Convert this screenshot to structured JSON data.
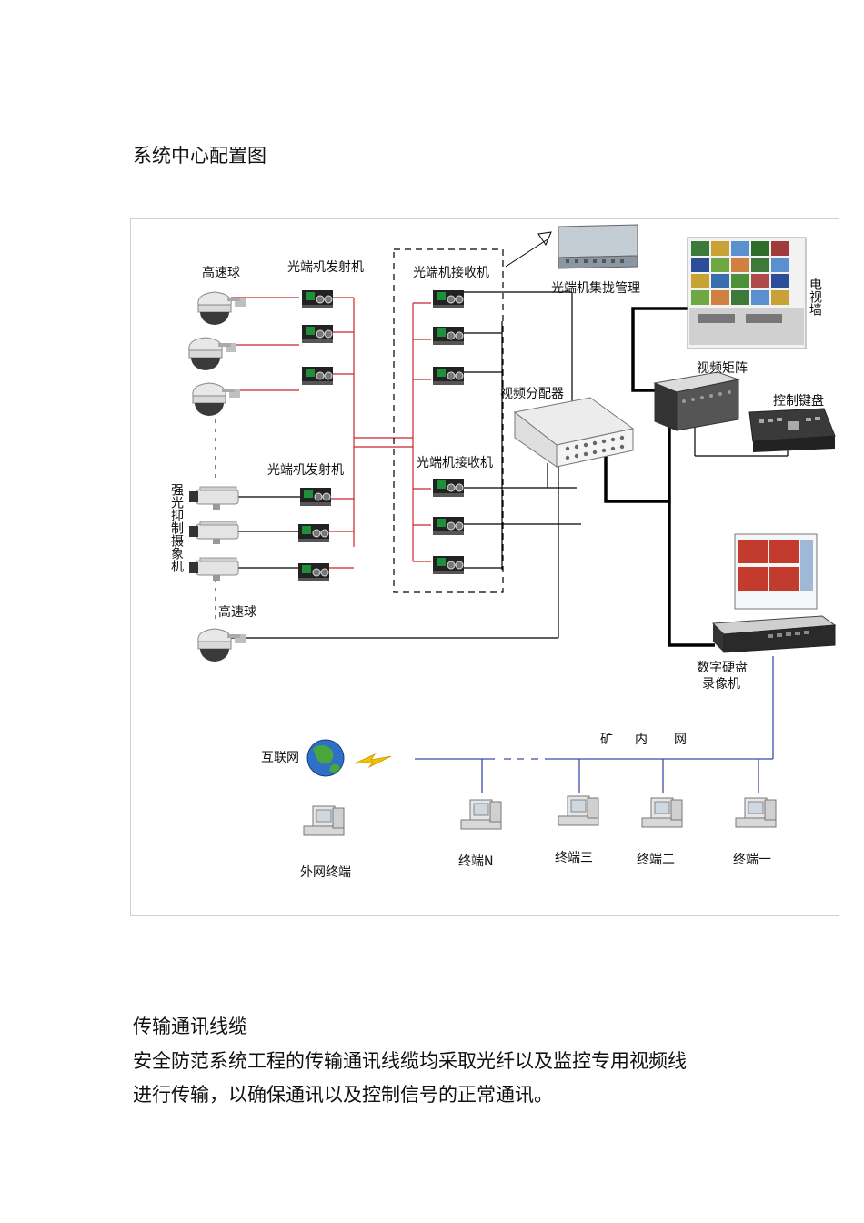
{
  "heading": "系统中心配置图",
  "diagram": {
    "labels": {
      "speed_dome_top": "高速球",
      "transmitter_top": "光端机发射机",
      "receiver_top": "光端机接收机",
      "rack_manager": "光端机集拢管理",
      "tv_wall": "电视墙",
      "video_matrix": "视频矩阵",
      "control_keyboard": "控制键盘",
      "video_distributor": "视频分配器",
      "transmitter_bottom": "光端机发射机",
      "receiver_bottom": "光端机接收机",
      "strong_light_camera": "强光抑制摄象机",
      "speed_dome_bottom": "高速球",
      "dvr_line1": "数字硬盘",
      "dvr_line2": "录像机",
      "internet": "互联网",
      "mine_net_1": "矿",
      "mine_net_2": "内",
      "mine_net_3": "网",
      "external_terminal": "外网终端",
      "terminal_n": "终端N",
      "terminal_3": "终端三",
      "terminal_2": "终端二",
      "terminal_1": "终端一"
    },
    "colors": {
      "red_line": "#c8282a",
      "blue_line": "#3a4aa8",
      "black_line": "#000000",
      "device_green": "#1f8f3a",
      "lightning": "#f2c200"
    }
  },
  "section_title": "传输通讯线缆",
  "paragraph": [
    "安全防范系统工程的传输通讯线缆均采取光纤以及监控专用视频线",
    "进行传输，以确保通讯以及控制信号的正常通讯。"
  ]
}
